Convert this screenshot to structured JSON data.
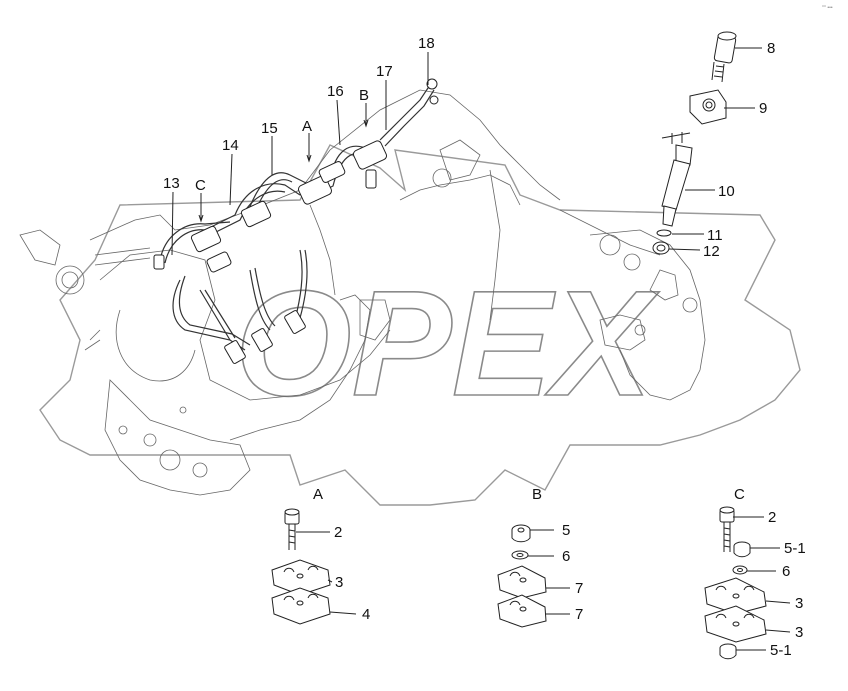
{
  "watermark": {
    "text": "OPEX"
  },
  "corner_note": "°° •••",
  "callouts": {
    "n2a": "2",
    "n3a": "3",
    "n4": "4",
    "n5b": "5",
    "n6b": "6",
    "n7a": "7",
    "n7b": "7",
    "n2c": "2",
    "n51a": "5-1",
    "n6c": "6",
    "n3c1": "3",
    "n3c2": "3",
    "n51b": "5-1",
    "n8": "8",
    "n9": "9",
    "n10": "10",
    "n11": "11",
    "n12": "12",
    "n13": "13",
    "n14": "14",
    "n15": "15",
    "n16": "16",
    "n17": "17",
    "n18": "18"
  },
  "view_labels": {
    "a_top": "A",
    "b_top": "B",
    "c_top": "C",
    "a_detail": "A",
    "b_detail": "B",
    "c_detail": "C"
  },
  "colors": {
    "line": "#222222",
    "watermark": "#8a8a8a",
    "background": "#ffffff"
  }
}
